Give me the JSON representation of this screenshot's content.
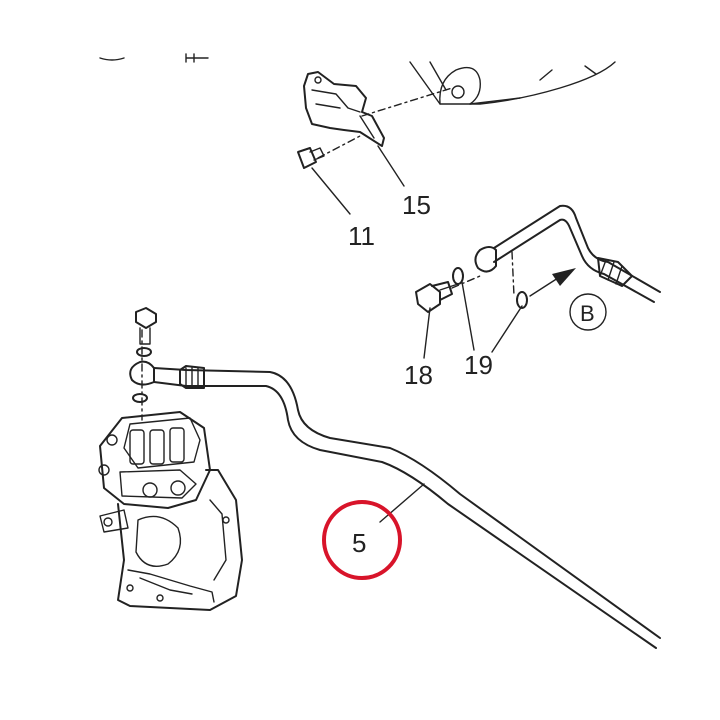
{
  "callouts": {
    "p11": "11",
    "p15": "15",
    "p18": "18",
    "p19": "19",
    "p5": "5",
    "view": "B"
  },
  "colors": {
    "ink": "#222222",
    "highlight": "#d8142a",
    "background": "#ffffff"
  },
  "highlighted_part": "5"
}
